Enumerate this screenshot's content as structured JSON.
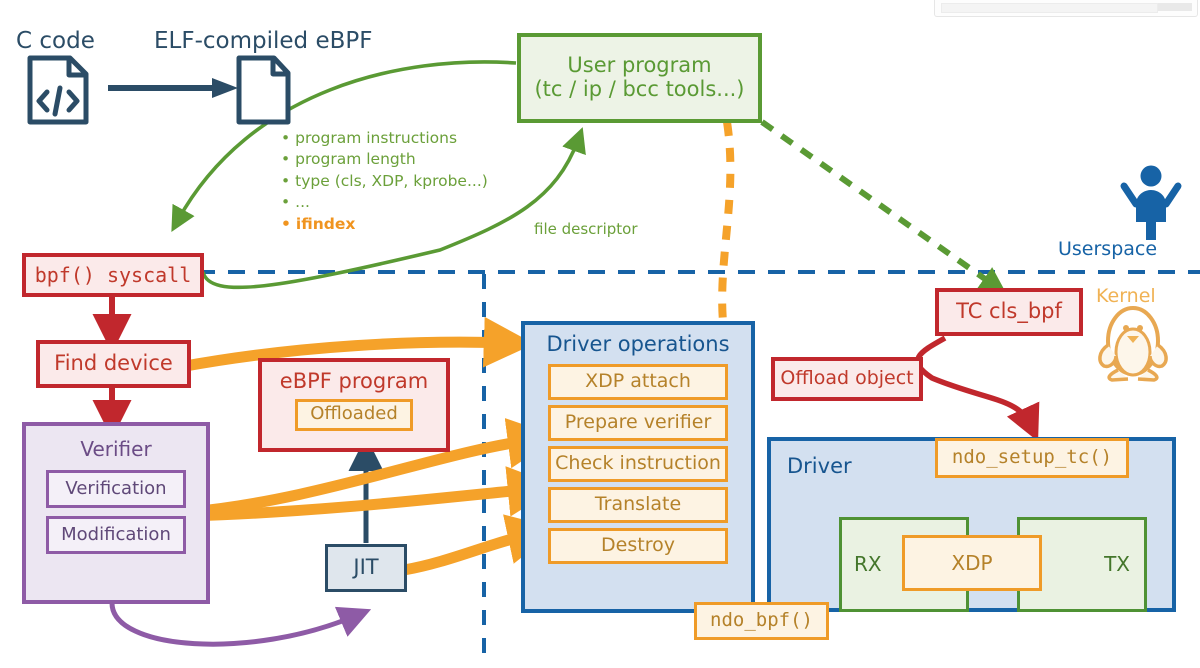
{
  "diagram": {
    "title_hidden": "eBPF hardware offload flow",
    "top_labels": {
      "c_code": "C code",
      "elf": "ELF-compiled eBPF"
    },
    "user_program": {
      "line1": "User program",
      "line2": "(tc / ip / bcc tools...)"
    },
    "syscall_args": {
      "items": [
        "program instructions",
        "program length",
        "type (cls, XDP, kprobe...)",
        "..."
      ],
      "highlight": "ifindex"
    },
    "edge_labels": {
      "file_descriptor": "file descriptor"
    },
    "namespaces": {
      "userspace": "Userspace",
      "kernel": "Kernel"
    },
    "left_column": {
      "bpf_syscall": "bpf() syscall",
      "find_device": "Find device",
      "verifier": "Verifier",
      "verification": "Verification",
      "modification": "Modification"
    },
    "mid_column": {
      "ebpf_program": "eBPF program",
      "offloaded": "Offloaded",
      "jit": "JIT"
    },
    "driver_operations": {
      "title": "Driver operations",
      "ops": [
        "XDP attach",
        "Prepare verifier",
        "Check instruction",
        "Translate",
        "Destroy"
      ],
      "callback": "ndo_bpf()"
    },
    "right_column": {
      "tc_cls_bpf": "TC cls_bpf",
      "offload_object": "Offload object",
      "driver": "Driver",
      "ndo_setup_tc": "ndo_setup_tc()",
      "rx": "RX",
      "xdp": "XDP",
      "tx": "TX"
    },
    "icons": {
      "c_code_icon": "code-file-icon",
      "elf_icon": "file-icon",
      "user_icon": "person-icon",
      "kernel_icon": "tux-penguin-icon",
      "compile_arrow": "arrow-right-icon"
    },
    "colors": {
      "red": "#c1272d",
      "red_fill": "#fbeaea",
      "red_text": "#c0392b",
      "purple": "#8e5ba6",
      "purple_fill": "#ece6f2",
      "blue": "#1763a6",
      "blue_fill": "#d3e0f0",
      "blue_dark": "#2b4c66",
      "orange": "#ef9b28",
      "orange_fill": "#fdf3e3",
      "orange_bold": "#f0941f",
      "green": "#5a9a34",
      "green_fill": "#edf3e6",
      "kernel_gold": "#f0b254",
      "arrow_orange": "#f5a22a",
      "background": "#ffffff"
    }
  }
}
